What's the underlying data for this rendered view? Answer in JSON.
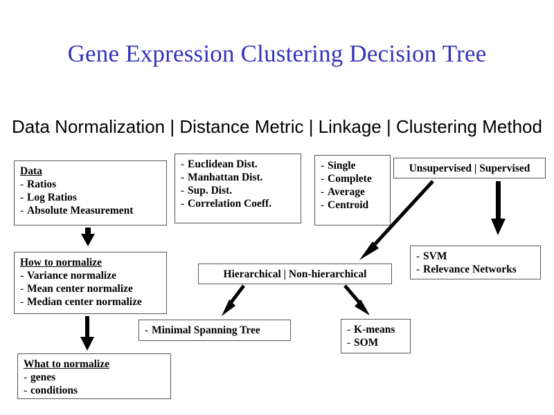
{
  "slide": {
    "title": "Gene Expression Clustering Decision Tree",
    "subtitle": "Data Normalization | Distance Metric | Linkage | Clustering Method",
    "title_color": "#3333bb",
    "text_color": "#000000",
    "background": "#ffffff",
    "box_border_color": "#555555"
  },
  "boxes": {
    "data": {
      "header": "Data",
      "items": [
        "Ratios",
        "Log Ratios",
        "Absolute Measurement"
      ]
    },
    "distance_metric": {
      "items": [
        "Euclidean Dist.",
        "Manhattan Dist.",
        "Sup. Dist.",
        "Correlation Coeff."
      ]
    },
    "linkage": {
      "items": [
        "Single",
        "Complete",
        "Average",
        "Centroid"
      ]
    },
    "unsupervised_supervised": {
      "label": "Unsupervised | Supervised"
    },
    "how_to_normalize": {
      "header": "How to normalize",
      "items": [
        "Variance normalize",
        "Mean center normalize",
        "Median center normalize"
      ]
    },
    "hierarchical": {
      "label": "Hierarchical | Non-hierarchical"
    },
    "supervised_methods": {
      "items": [
        "SVM",
        "Relevance Networks"
      ]
    },
    "minimal_spanning_tree": {
      "items": [
        "Minimal Spanning Tree"
      ]
    },
    "non_hierarchical_methods": {
      "items": [
        "K-means",
        "SOM"
      ]
    },
    "what_to_normalize": {
      "header": "What to normalize",
      "items": [
        "genes",
        "conditions"
      ]
    }
  },
  "arrows": [
    {
      "name": "data-to-how-normalize",
      "from": "data",
      "to": "how_to_normalize",
      "direction": "down"
    },
    {
      "name": "how-normalize-to-what-normalize",
      "from": "how_to_normalize",
      "to": "what_to_normalize",
      "direction": "down"
    },
    {
      "name": "unsupervised-to-hierarchical",
      "from": "unsupervised_supervised",
      "to": "hierarchical",
      "direction": "down-left"
    },
    {
      "name": "supervised-to-svm",
      "from": "unsupervised_supervised",
      "to": "supervised_methods",
      "direction": "down"
    },
    {
      "name": "hierarchical-to-mst",
      "from": "hierarchical",
      "to": "minimal_spanning_tree",
      "direction": "down-left"
    },
    {
      "name": "non-hierarchical-to-kmeans",
      "from": "hierarchical",
      "to": "non_hierarchical_methods",
      "direction": "down-right"
    }
  ]
}
